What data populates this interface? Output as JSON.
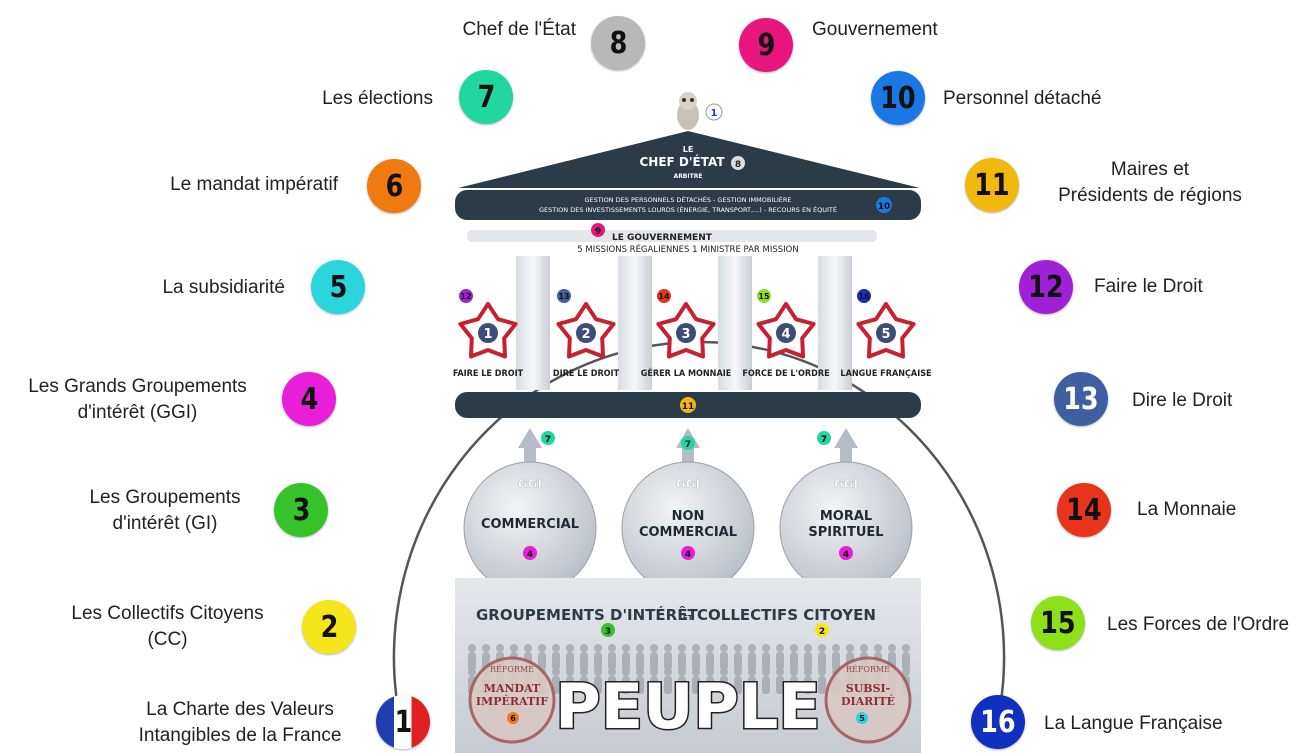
{
  "nodes": [
    {
      "num": "1",
      "label": "La Charte des Valeurs\nIntangibles de la France",
      "color": "tricolor"
    },
    {
      "num": "2",
      "label": "Les Collectifs Citoyens\n(CC)",
      "color": "#f4e61a"
    },
    {
      "num": "3",
      "label": "Les Groupements\nd'intérêt (GI)",
      "color": "#35c22a"
    },
    {
      "num": "4",
      "label": "Les Grands Groupements\nd'intérêt (GGI)",
      "color": "#e81ed8"
    },
    {
      "num": "5",
      "label": "La subsidiarité",
      "color": "#2ad6dc"
    },
    {
      "num": "6",
      "label": "Le mandat impératif",
      "color": "#f07a10"
    },
    {
      "num": "7",
      "label": "Les élections",
      "color": "#22d6a0"
    },
    {
      "num": "8",
      "label": "Chef de l'État",
      "color": "#b8b8b8"
    },
    {
      "num": "9",
      "label": "Gouvernement",
      "color": "#e8157f"
    },
    {
      "num": "10",
      "label": "Personnel détaché",
      "color": "#1a78e6"
    },
    {
      "num": "11",
      "label": "Maires et\nPrésidents de régions",
      "color": "#f2b80e"
    },
    {
      "num": "12",
      "label": "Faire le Droit",
      "color": "#a020d8"
    },
    {
      "num": "13",
      "label": "Dire le Droit",
      "color": "#3f5fa0"
    },
    {
      "num": "14",
      "label": "La Monnaie",
      "color": "#e8341a"
    },
    {
      "num": "15",
      "label": "Les Forces de l'Ordre",
      "color": "#8ee01a"
    },
    {
      "num": "16",
      "label": "La Langue Française",
      "color": "#1030c0"
    }
  ],
  "temple": {
    "roof_le": "LE",
    "roof_title": "CHEF D'ÉTAT",
    "roof_sub": "ARBITRE",
    "frieze_line1": "GESTION DES PERSONNELS DÉTACHÉS - GESTION IMMOBILIÈRE",
    "frieze_line2": "GESTION DES INVESTISSEMENTS LOURDS (ÉNERGIE, TRANSPORT,...) - RECOURS EN ÉQUITÉ",
    "gov_title": "LE GOUVERNEMENT",
    "gov_sub": "5 MISSIONS RÉGALIENNES 1 MINISTRE PAR MISSION",
    "columns": [
      {
        "badge": "12",
        "badge_color": "#a020d8",
        "num": "1",
        "label": "FAIRE LE DROIT"
      },
      {
        "badge": "13",
        "badge_color": "#3f5fa0",
        "num": "2",
        "label": "DIRE LE DROIT"
      },
      {
        "badge": "14",
        "badge_color": "#e8341a",
        "num": "3",
        "label": "GÉRER LA MONNAIE"
      },
      {
        "badge": "15",
        "badge_color": "#8ee01a",
        "num": "4",
        "label": "FORCE DE L'ORDRE"
      },
      {
        "badge": "16",
        "badge_color": "#1030c0",
        "num": "5",
        "label": "LANGUE FRANÇAISE"
      }
    ],
    "domes": [
      {
        "ggi": "GGI",
        "line1": "COMMERCIAL",
        "line2": ""
      },
      {
        "ggi": "GGI",
        "line1": "NON",
        "line2": "COMMERCIAL"
      },
      {
        "ggi": "GGI",
        "line1": "MORAL",
        "line2": "SPIRITUEL"
      }
    ],
    "base_title_a": "GROUPEMENTS D'INTÉRÊT",
    "base_title_et": "ET",
    "base_title_b": "COLLECTIFS CITOYEN",
    "people": "PEUPLE",
    "stamp_left_top": "RÉFORME",
    "stamp_left": "MANDAT\nIMPÉRATIF",
    "stamp_right_top": "RÉFORME",
    "stamp_right": "SUBSI-\nDIARITÉ"
  }
}
